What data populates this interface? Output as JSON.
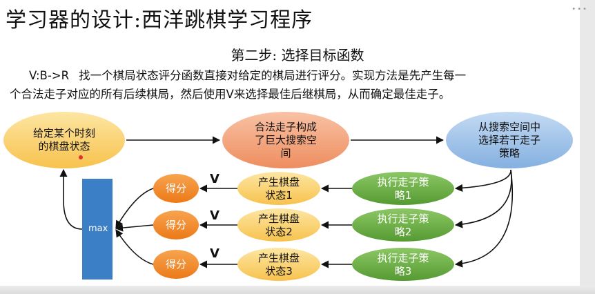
{
  "title": "学习器的设计:西洋跳棋学习程序",
  "subtitle": "第二步: 选择目标函数",
  "description": {
    "prefix": "V:B->R",
    "line1": "找一个棋局状态评分函数直接对给定的棋局进行评分。实现方法是先产生每一",
    "line2": "个合法走子对应的所有后续棋局，然后使用V来选择最佳后继棋局，从而确定最佳走子。"
  },
  "nodes": {
    "given_state": "给定某个时刻\n的棋盘状态",
    "legal_moves": "合法走子构成\n了巨大搜索空\n间",
    "select_moves": "从搜索空间中\n选择若干走子\n策略",
    "execute": [
      "执行走子策\n略1",
      "执行走子策\n略2",
      "执行走子策\n略3"
    ],
    "produce": [
      "产生棋盘\n状态1",
      "产生棋盘\n状态2",
      "产生棋盘\n状态3"
    ],
    "score": [
      "得分",
      "得分",
      "得分"
    ],
    "v_labels": [
      "V",
      "V",
      "V"
    ],
    "max": "max"
  },
  "colors": {
    "yellow": "#fbd36a",
    "salmon": "#f3a27a",
    "blue": "#9ec3ea",
    "green": "#6fae4a",
    "orange": "#f28a2e",
    "max_bar": "#3b7fc6"
  }
}
